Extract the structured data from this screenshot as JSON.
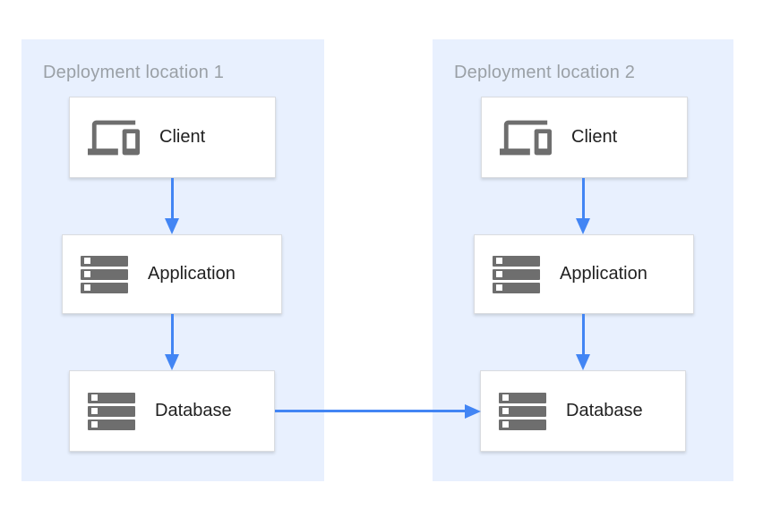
{
  "colors": {
    "panel_background": "#E8F0FE",
    "node_background": "#FFFFFF",
    "node_border": "#DADCE0",
    "title_text": "#9AA0A6",
    "label_text": "#212121",
    "icon_gray": "#6E6E6E",
    "arrow_blue": "#4285F4"
  },
  "diagram": {
    "locations": [
      {
        "title": "Deployment location 1",
        "nodes": [
          {
            "label": "Client",
            "icon": "devices-icon"
          },
          {
            "label": "Application",
            "icon": "storage-icon"
          },
          {
            "label": "Database",
            "icon": "storage-icon"
          }
        ]
      },
      {
        "title": "Deployment location 2",
        "nodes": [
          {
            "label": "Client",
            "icon": "devices-icon"
          },
          {
            "label": "Application",
            "icon": "storage-icon"
          },
          {
            "label": "Database",
            "icon": "storage-icon"
          }
        ]
      }
    ],
    "connections": [
      {
        "from": "Client",
        "to": "Application",
        "location": "Deployment location 1",
        "direction": "down"
      },
      {
        "from": "Application",
        "to": "Database",
        "location": "Deployment location 1",
        "direction": "down"
      },
      {
        "from": "Client",
        "to": "Application",
        "location": "Deployment location 2",
        "direction": "down"
      },
      {
        "from": "Application",
        "to": "Database",
        "location": "Deployment location 2",
        "direction": "down"
      },
      {
        "from": "Database (Deployment location 1)",
        "to": "Database (Deployment location 2)",
        "direction": "right"
      }
    ]
  }
}
